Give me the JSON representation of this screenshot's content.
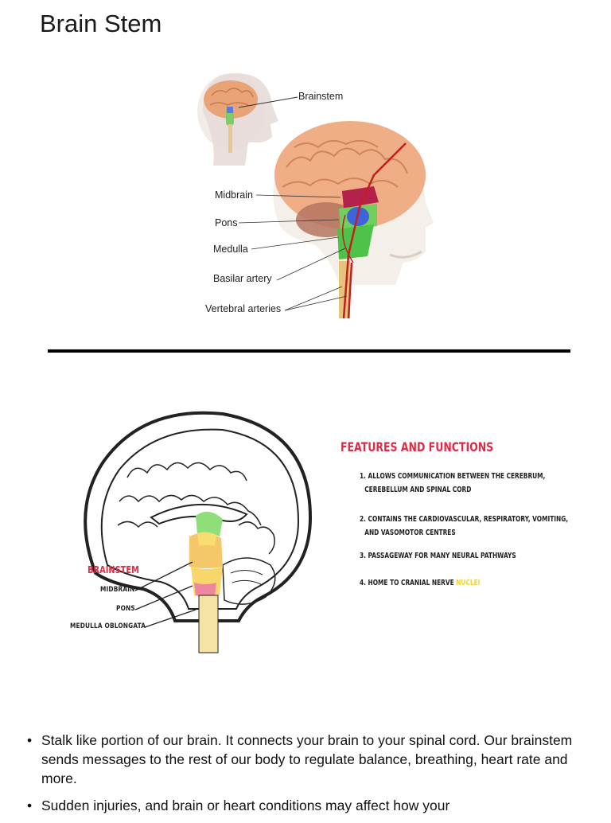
{
  "page": {
    "title": "Brain Stem"
  },
  "figure1": {
    "labels": {
      "brainstem": "Brainstem",
      "midbrain": "Midbrain",
      "pons": "Pons",
      "medulla": "Medulla",
      "basilar": "Basilar artery",
      "vertebral": "Vertebral arteries"
    }
  },
  "figure2": {
    "brainstem_label": "BRAINSTEM",
    "parts": [
      "MIDBRAIN",
      "PONS",
      "MEDULLA OBLONGATA"
    ],
    "features_title": "FEATURES AND FUNCTIONS",
    "features": [
      {
        "line1": "1. ALLOWS COMMUNICATION BETWEEN THE CEREBRUM,",
        "line2": "CEREBELLUM AND SPINAL CORD"
      },
      {
        "line1": "2. CONTAINS THE CARDIOVASCULAR, RESPIRATORY, VOMITING,",
        "line2": "AND VASOMOTOR CENTRES"
      },
      {
        "line1": "3. PASSAGEWAY FOR MANY NEURAL PATHWAYS",
        "line2": ""
      },
      {
        "line1": "4. HOME TO CRANIAL NERVE ",
        "highlight": "NUCLEI"
      }
    ],
    "colors": {
      "accent": "#e02a46",
      "highlight": "#f2d23a"
    }
  },
  "bullets": [
    "Stalk like portion of our brain. It connects your brain to your spinal cord. Our brainstem sends messages to the rest of our body to regulate balance, breathing, heart rate and more.",
    "Sudden injuries, and brain or heart conditions may affect how your"
  ]
}
